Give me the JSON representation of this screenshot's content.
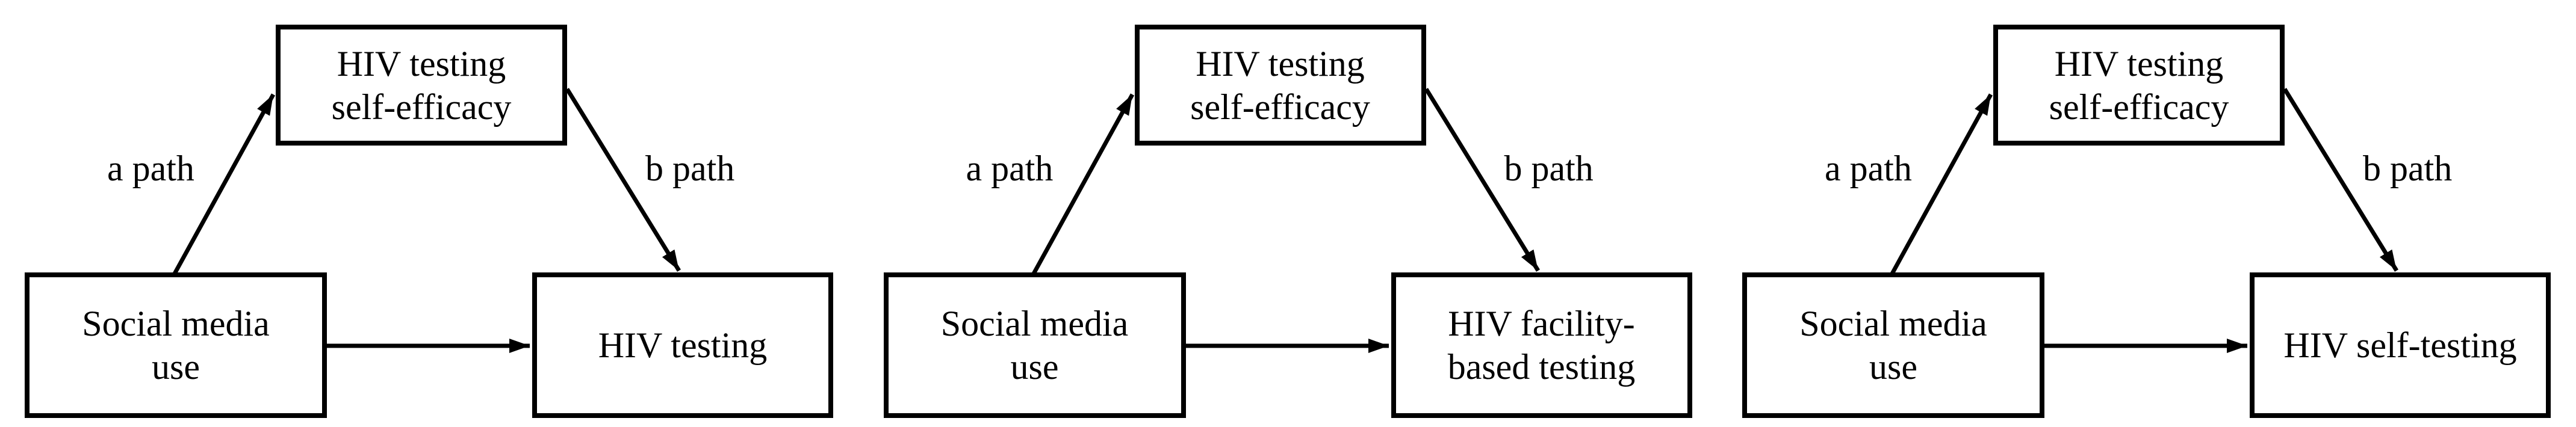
{
  "figure": {
    "background_color": "#ffffff",
    "ink_color": "#000000",
    "description_visible_text_only": true
  },
  "diagrams": [
    {
      "predictor": "Social media\nuse",
      "mediator": "HIV testing\nself-efficacy",
      "outcome": "HIV testing",
      "a_label": "a path",
      "b_label": "b path"
    },
    {
      "predictor": "Social media\nuse",
      "mediator": "HIV testing\nself-efficacy",
      "outcome": "HIV facility-\nbased testing",
      "a_label": "a path",
      "b_label": "b path"
    },
    {
      "predictor": "Social media\nuse",
      "mediator": "HIV testing\nself-efficacy",
      "outcome": "HIV self-testing",
      "a_label": "a path",
      "b_label": "b path"
    }
  ]
}
